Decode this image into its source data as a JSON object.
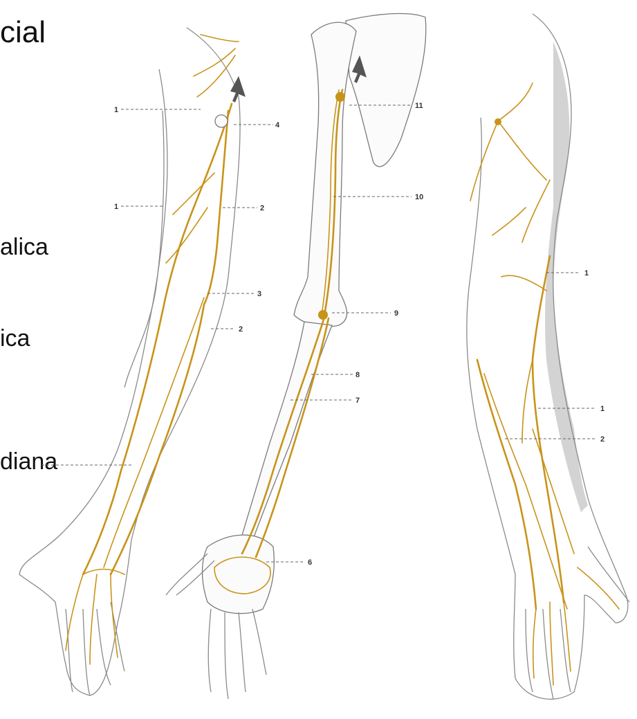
{
  "side_text": {
    "line1": "cial",
    "line2": "alica",
    "line3": "ica",
    "line4": "diana"
  },
  "labels": {
    "left": [
      "1",
      "4",
      "1",
      "2",
      "3",
      "2"
    ],
    "middle": [
      "11",
      "10",
      "9",
      "8",
      "7",
      "6"
    ],
    "right": [
      "1",
      "1",
      "2"
    ]
  },
  "colors": {
    "vein": "#c8931a",
    "outline": "#8a8a8a"
  }
}
